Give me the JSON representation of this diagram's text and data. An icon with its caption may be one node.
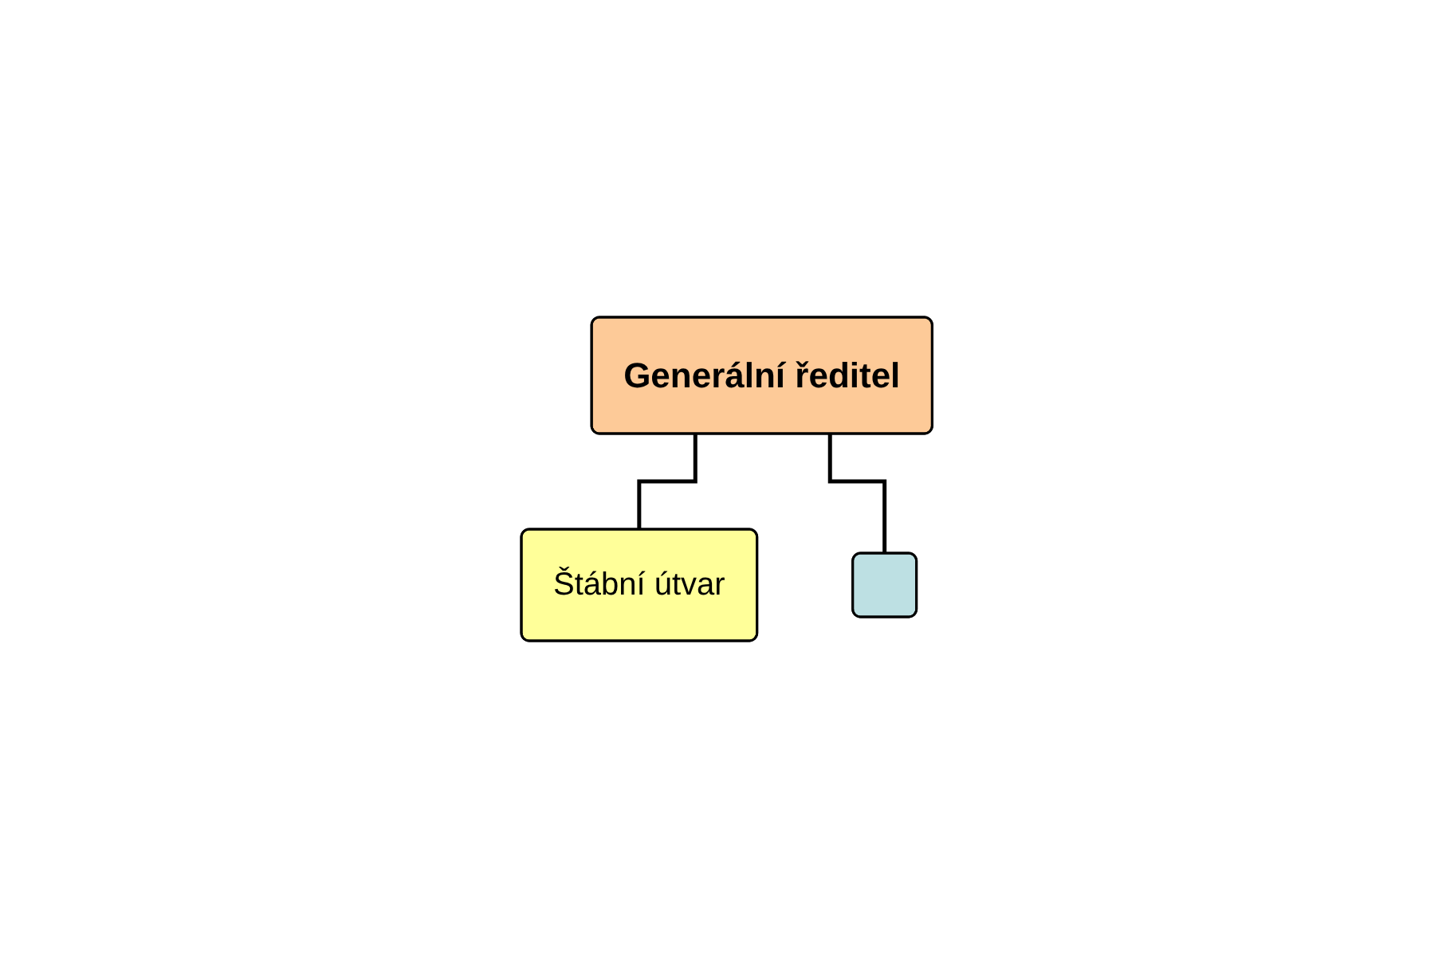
{
  "diagram": {
    "nodes": [
      {
        "text": [
          "Generální ředitel"
        ]
      },
      {
        "text": [
          "Štábní útvar"
        ]
      },
      {
        "text": [],
        "shape": "box"
      }
    ],
    "edges": [
      {
        "from": 0,
        "to": 1,
        "arrow": "none"
      },
      {
        "from": 0,
        "to": 2,
        "arrow": "none"
      }
    ]
  }
}
